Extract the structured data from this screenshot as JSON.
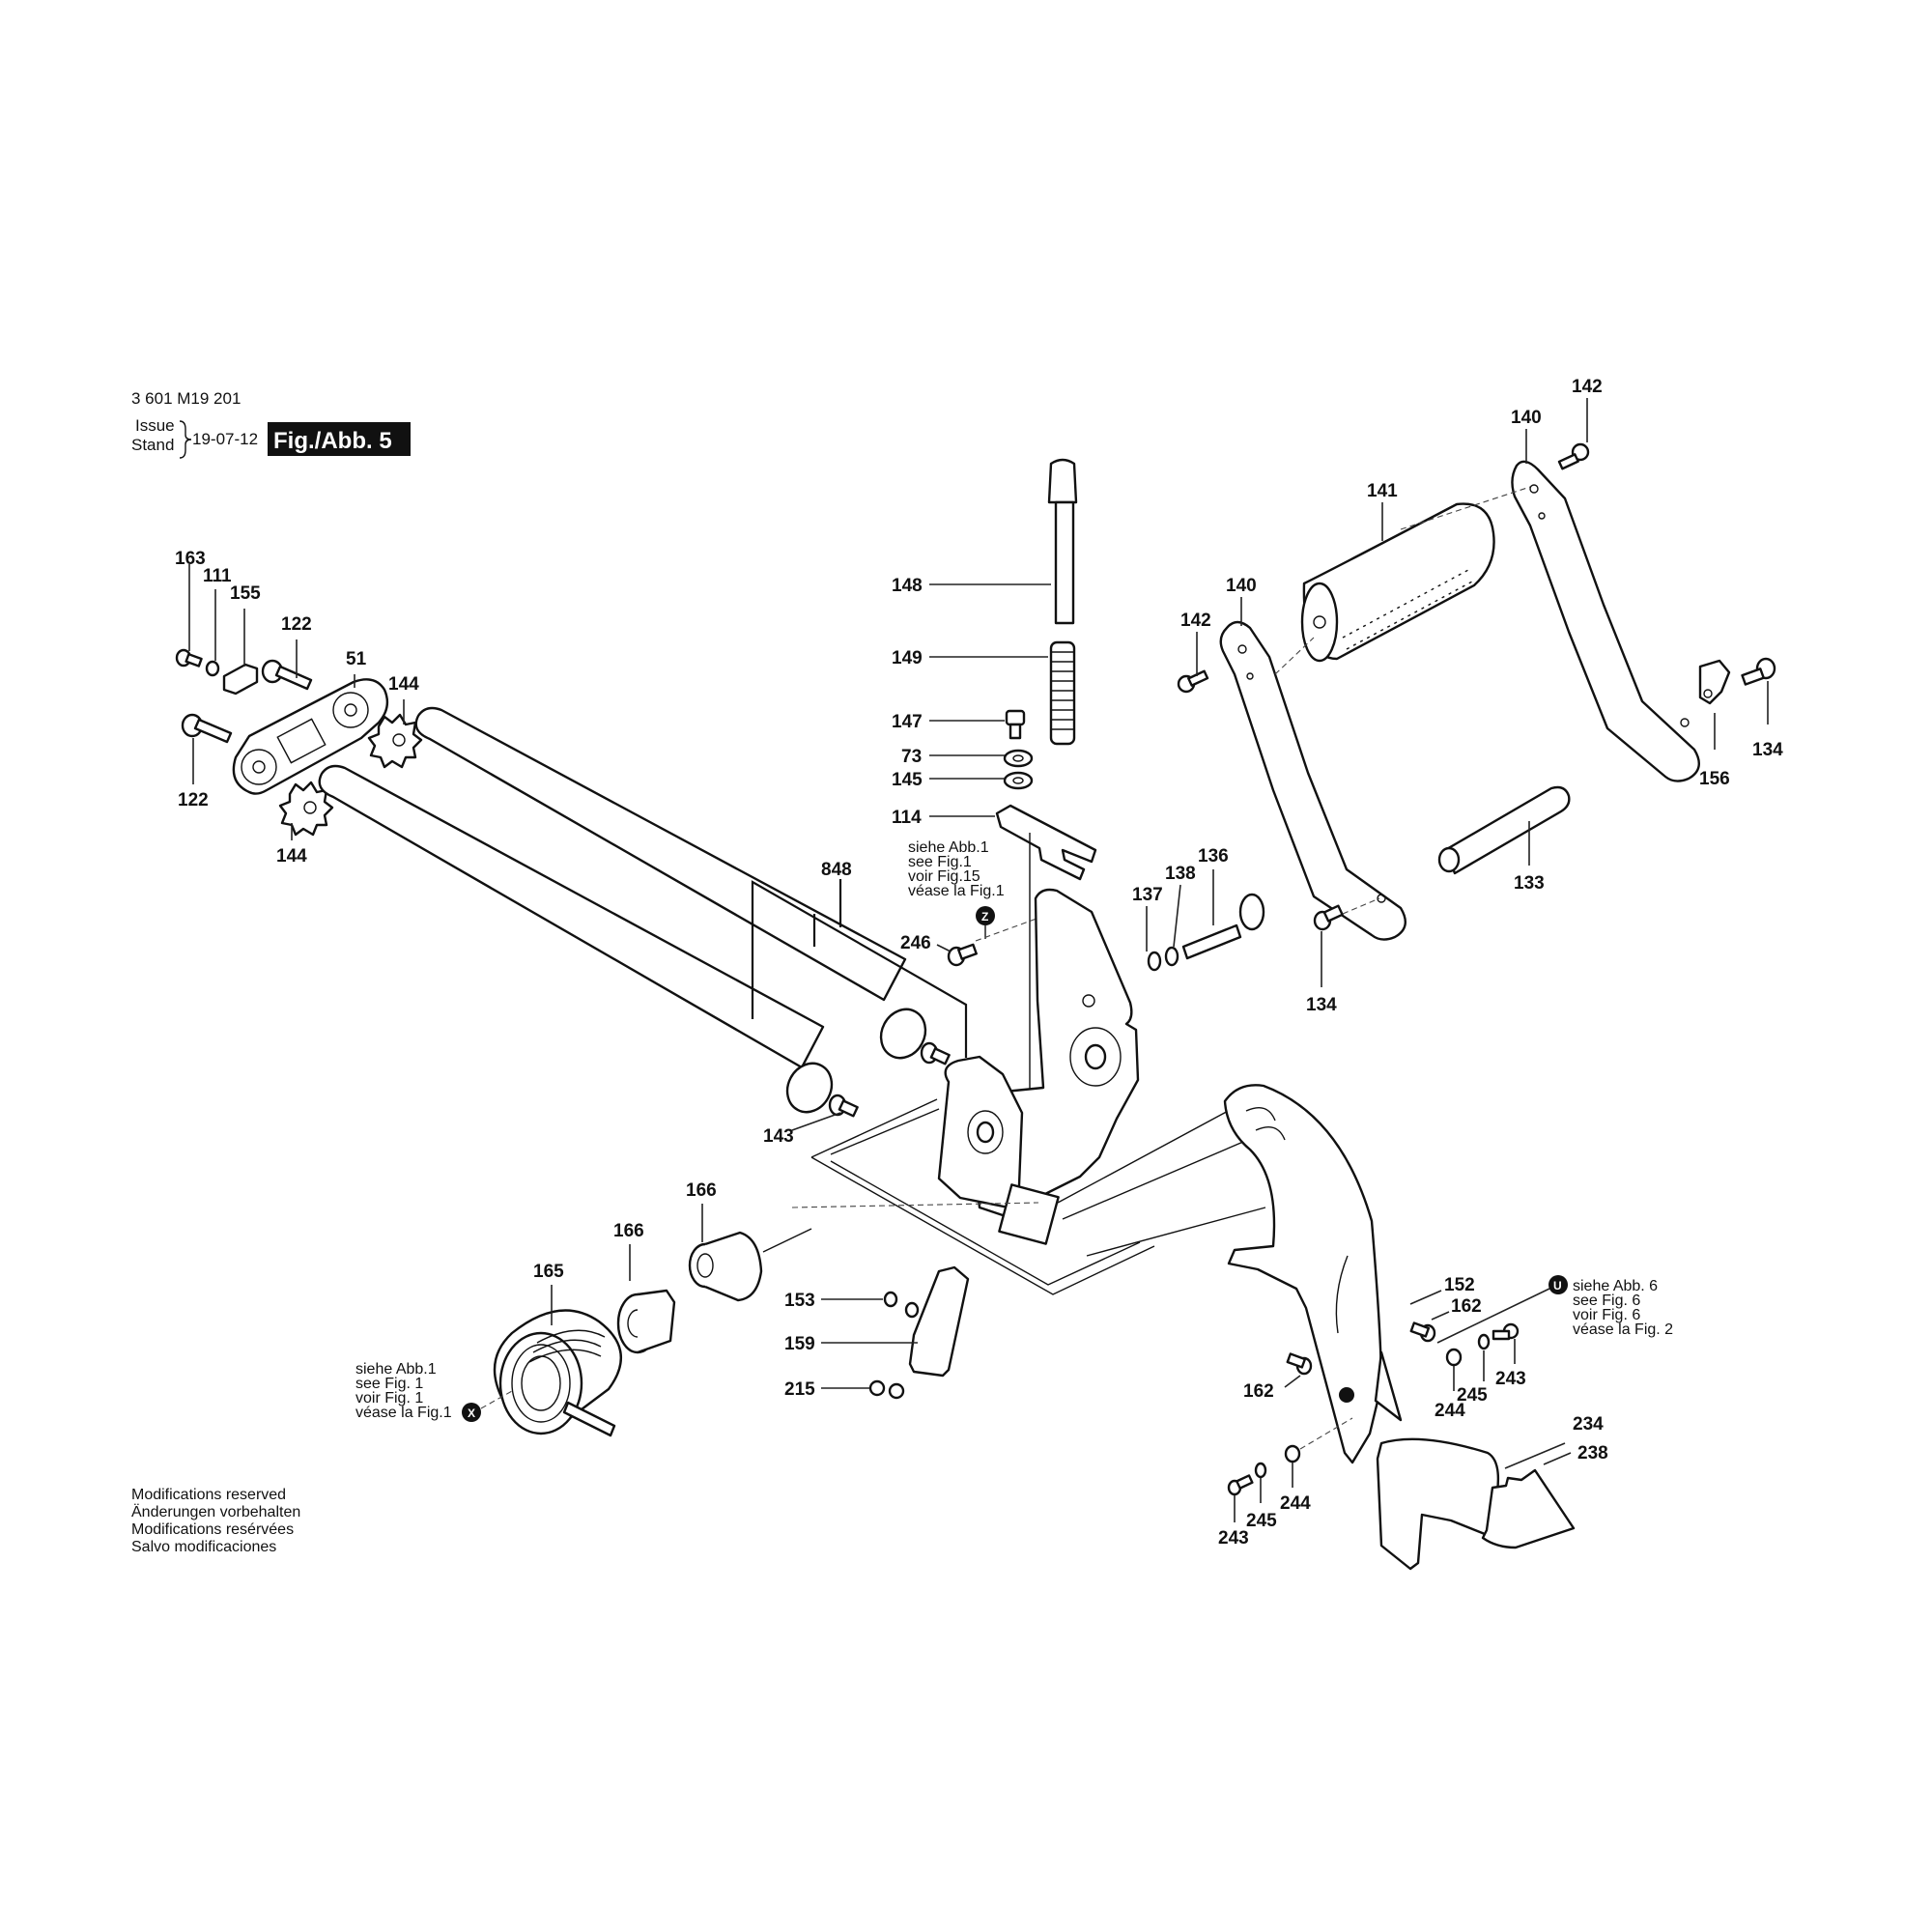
{
  "header": {
    "doc_number": "3 601 M19 201",
    "issue_label": "Issue",
    "stand_label": "Stand",
    "date": "19-07-12",
    "figure_label": "Fig./Abb. 5"
  },
  "footer": {
    "lines": [
      "Modifications reserved",
      "Änderungen vorbehalten",
      "Modifications resérvées",
      "Salvo modificaciones"
    ]
  },
  "references": {
    "z": {
      "badge": "Z",
      "lines": [
        "siehe Abb.1",
        "see Fig.1",
        "voir Fig.15",
        "véase la Fig.1"
      ]
    },
    "x": {
      "badge": "X",
      "lines": [
        "siehe Abb.1",
        "see Fig. 1",
        "voir Fig. 1",
        "véase la Fig.1"
      ]
    },
    "u": {
      "badge": "U",
      "lines": [
        "siehe Abb. 6",
        "see Fig. 6",
        "voir Fig. 6",
        "véase la Fig. 2"
      ]
    }
  },
  "parts": {
    "p163": "163",
    "p111": "111",
    "p155": "155",
    "p122a": "122",
    "p51": "51",
    "p144a": "144",
    "p122b": "122",
    "p144b": "144",
    "p148": "148",
    "p149": "149",
    "p147": "147",
    "p73": "73",
    "p145": "145",
    "p114": "114",
    "p848": "848",
    "p246": "246",
    "p143": "143",
    "p137": "137",
    "p138": "138",
    "p136": "136",
    "p142a": "142",
    "p140a": "140",
    "p141": "141",
    "p140b": "140",
    "p142b": "142",
    "p134a": "134",
    "p156": "156",
    "p133": "133",
    "p134b": "134",
    "p166a": "166",
    "p166b": "166",
    "p165": "165",
    "p153": "153",
    "p159": "159",
    "p215": "215",
    "p152": "152",
    "p162a": "162",
    "p162b": "162",
    "p243a": "243",
    "p244a": "244",
    "p245a": "245",
    "p234": "234",
    "p238": "238",
    "p243b": "243",
    "p245b": "245",
    "p244b": "244"
  }
}
